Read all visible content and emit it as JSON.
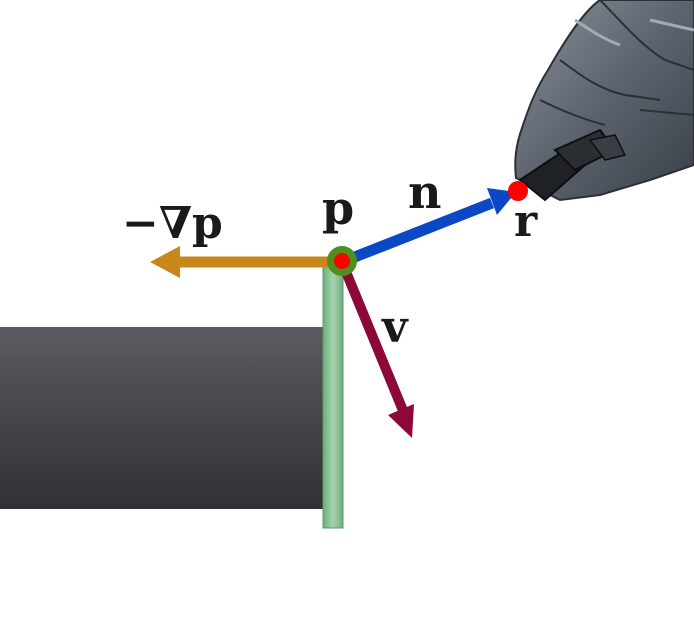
{
  "labels": {
    "grad": "−∇p",
    "point_p": "p",
    "normal": "n",
    "velocity": "v",
    "point_r": "r"
  },
  "colors": {
    "neg_grad_arrow": "#c8861b",
    "normal_arrow": "#0a48c6",
    "velocity_arrow": "#8c0839",
    "contact_point": "#ff0000",
    "contact_ring": "#4f8f1c",
    "plate": "#8fc59a",
    "cylinder": "#3e4045",
    "hand": "#5f6670"
  },
  "icons": {
    "robot_hand": "robot-hand-icon"
  }
}
